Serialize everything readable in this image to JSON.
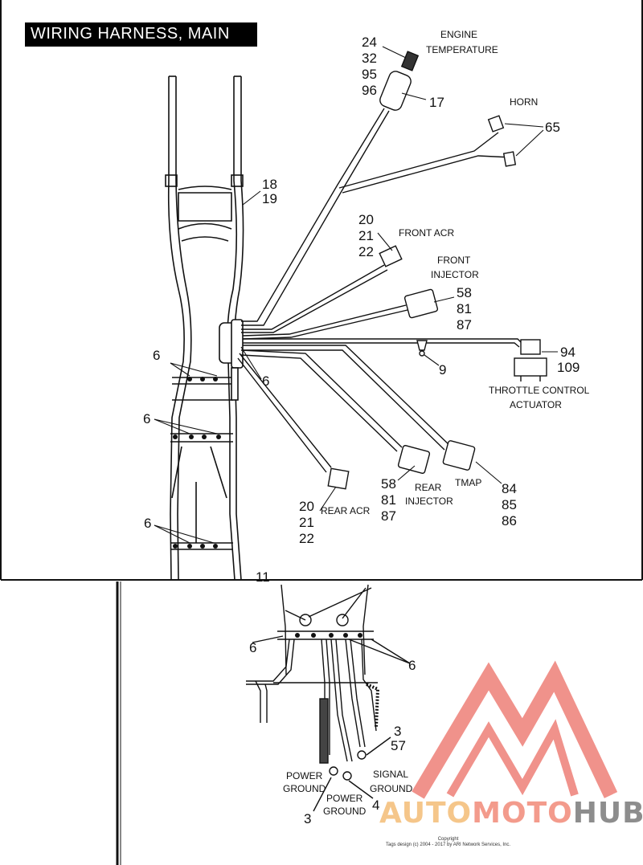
{
  "title": "WIRING HARNESS, MAIN",
  "callouts": {
    "engine_temp_nums": [
      "24",
      "32",
      "95",
      "96"
    ],
    "engine_temp_label": [
      "ENGINE",
      "TEMPERATURE"
    ],
    "c17": "17",
    "horn_label": "HORN",
    "c65": "65",
    "c18": "18",
    "c19": "19",
    "front_acr_nums": [
      "20",
      "21",
      "22"
    ],
    "front_acr_label": "FRONT ACR",
    "front_injector_label": [
      "FRONT",
      "INJECTOR"
    ],
    "front_injector_nums": [
      "58",
      "81",
      "87"
    ],
    "c94": "94",
    "c109": "109",
    "c9": "9",
    "throttle_label": [
      "THROTTLE CONTROL",
      "ACTUATOR"
    ],
    "c6_center": "6",
    "c6_left_a": "6",
    "c6_left_b": "6",
    "c6_left_c": "6",
    "rear_injector_nums": [
      "58",
      "81",
      "87"
    ],
    "rear_injector_label": [
      "REAR",
      "INJECTOR"
    ],
    "tmap_label": "TMAP",
    "tmap_nums": [
      "84",
      "85",
      "86"
    ],
    "rear_acr_nums": [
      "20",
      "21",
      "22"
    ],
    "rear_acr_label": "REAR ACR",
    "c11": "11",
    "c6_lower_left": "6",
    "c6_lower_right": "6",
    "c3_57": [
      "3",
      "57"
    ],
    "power_ground_left": [
      "POWER",
      "GROUND"
    ],
    "c3_bottom": "3",
    "power_ground_mid": [
      "POWER",
      "GROUND"
    ],
    "c4": "4",
    "signal_ground": [
      "SIGNAL",
      "GROUND"
    ]
  },
  "copyright": [
    "Copyright",
    "Tags design (c) 2004 - 2017 by ARI Network Services, Inc."
  ],
  "watermark": {
    "part1": "AUTO",
    "part2": "MOTO",
    "part3": "HUB"
  },
  "colors": {
    "ink": "#111111",
    "watermark_red": "#ee7f77",
    "watermark_orange": "#f5c68a",
    "watermark_gray": "#8d8d8d"
  }
}
